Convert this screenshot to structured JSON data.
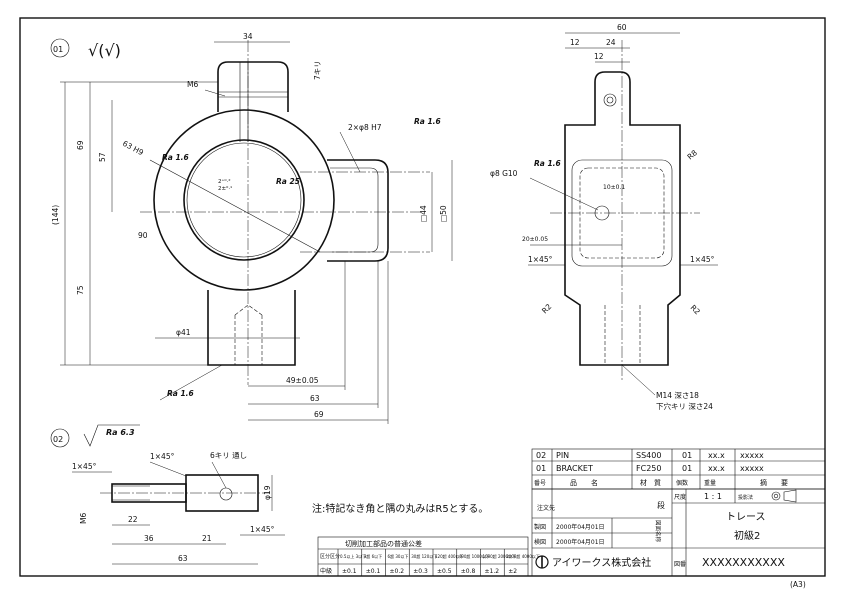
{
  "views": {
    "part1": {
      "label": "01",
      "finish_symbol": "√(√)",
      "dims": {
        "width_top": "34",
        "m6": "M6",
        "drill7": "7キリ",
        "bore": "63 H9",
        "ra_bore": "Ra 1.6",
        "h69": "69",
        "h57": "57",
        "h144": "(144)",
        "h75": "75",
        "pin2": "2×φ8 H7",
        "ra_pin": "Ra 1.6",
        "gap": "2⁺⁰·²",
        "gap2": "2±⁰·¹",
        "ra25": "Ra 25",
        "r90": "90",
        "sq44": "□44",
        "sq50": "□50",
        "phi41": "φ41",
        "ra_bottom": "Ra 1.6",
        "d49": "49±0.05",
        "d63": "63",
        "d69": "69"
      }
    },
    "side": {
      "dims": {
        "w60": "60",
        "w12": "12",
        "w24": "24",
        "w12b": "12",
        "r8": "R8",
        "phi8": "φ8 G10",
        "ra": "Ra 1.6",
        "d10": "10±0.1",
        "d20": "20±0.05",
        "ch_left": "1×45°",
        "ch_right": "1×45°",
        "r2l": "R2",
        "r2r": "R2",
        "m14": "M14 深さ18",
        "m14b": "下穴キリ 深さ24"
      }
    },
    "part2": {
      "label": "02",
      "ra": "Ra 6.3",
      "dims": {
        "ch1": "1×45°",
        "ch2": "1×45°",
        "drill": "6キリ 通し",
        "m6": "M6",
        "d22": "22",
        "d36": "36",
        "d21": "21",
        "d63": "63",
        "phi19": "φ19",
        "ch3": "1×45°"
      }
    }
  },
  "note": "注:特記なき角と隅の丸みはR5とする。",
  "tolerance_table": {
    "title": "切削加工部品の普通公差",
    "header_label": "区分区分",
    "ranges": [
      "0.5以上 3以下",
      "3超 6以下",
      "6超 30以下",
      "30超 120以下",
      "120超 400以下",
      "400超 1000以下",
      "1000超 2000以下",
      "2000超 4000以下"
    ],
    "row_label": "中級",
    "values": [
      "±0.1",
      "±0.1",
      "±0.2",
      "±0.3",
      "±0.5",
      "±0.8",
      "±1.2",
      "±2"
    ]
  },
  "parts_list": {
    "rows": [
      {
        "no": "02",
        "name": "PIN",
        "material": "SS400",
        "qty": "01",
        "mass": "xx.x",
        "remark": "xxxxx"
      },
      {
        "no": "01",
        "name": "BRACKET",
        "material": "FC250",
        "qty": "01",
        "mass": "xx.x",
        "remark": "xxxxx"
      }
    ],
    "headers": {
      "no": "番号",
      "name": "品　　名",
      "material": "材　質",
      "qty": "個数",
      "mass": "重量",
      "remark": "摘　　要"
    }
  },
  "title_block": {
    "note_label": "注文先",
    "stage": "段",
    "scale_label": "尺度",
    "scale": "1 : 1",
    "projection_label": "投影法",
    "drawing_name_label": "図面名称",
    "drawing_name_1": "トレース",
    "drawing_name_2": "初級2",
    "made_label": "製図",
    "made_date": "2000年04月01日",
    "checked_label": "検図",
    "checked_date": "2000年04月01日",
    "company": "アイワークス株式会社",
    "drawing_no_label": "図番",
    "drawing_no": "XXXXXXXXXXX"
  },
  "sheet_size": "(A3)"
}
